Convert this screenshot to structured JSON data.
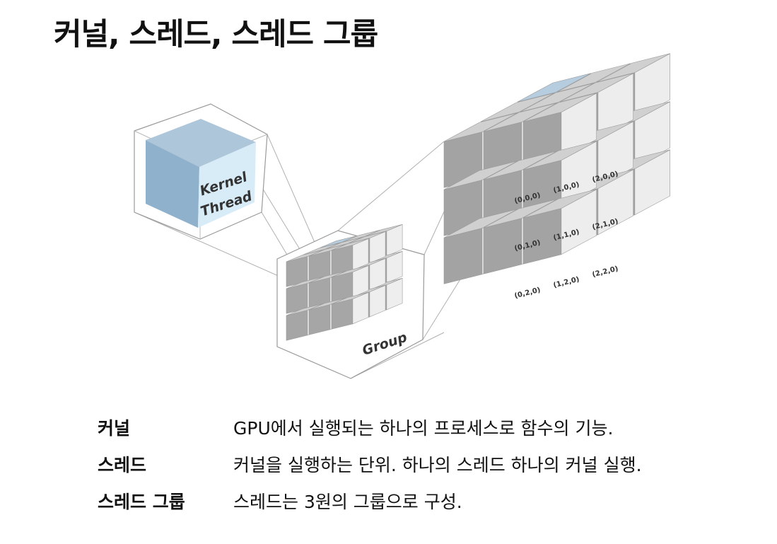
{
  "title": "커널, 스레드, 스레드 그룹",
  "diagram": {
    "kernel_label_line1": "Kernel",
    "kernel_label_line2": "Thread",
    "group_label": "Group",
    "thread_ids": [
      [
        "(0,0,0)",
        "(1,0,0)",
        "(2,0,0)"
      ],
      [
        "(0,1,0)",
        "(1,1,0)",
        "(2,1,0)"
      ],
      [
        "(0,2,0)",
        "(1,2,0)",
        "(2,2,0)"
      ]
    ]
  },
  "definitions": [
    {
      "term": "커널",
      "desc": "GPU에서 실행되는 하나의 프로세스로 함수의 기능."
    },
    {
      "term": "스레드",
      "desc": "커널을 실행하는 단위. 하나의 스레드 하나의 커널 실행."
    },
    {
      "term": "스레드 그룹",
      "desc": "스레드는 3원의 그룹으로 구성."
    }
  ],
  "colors": {
    "highlight_blue": "#8fb1cc",
    "cube_grey": "#a6a6a6",
    "guide_line": "#b0b0b0"
  }
}
